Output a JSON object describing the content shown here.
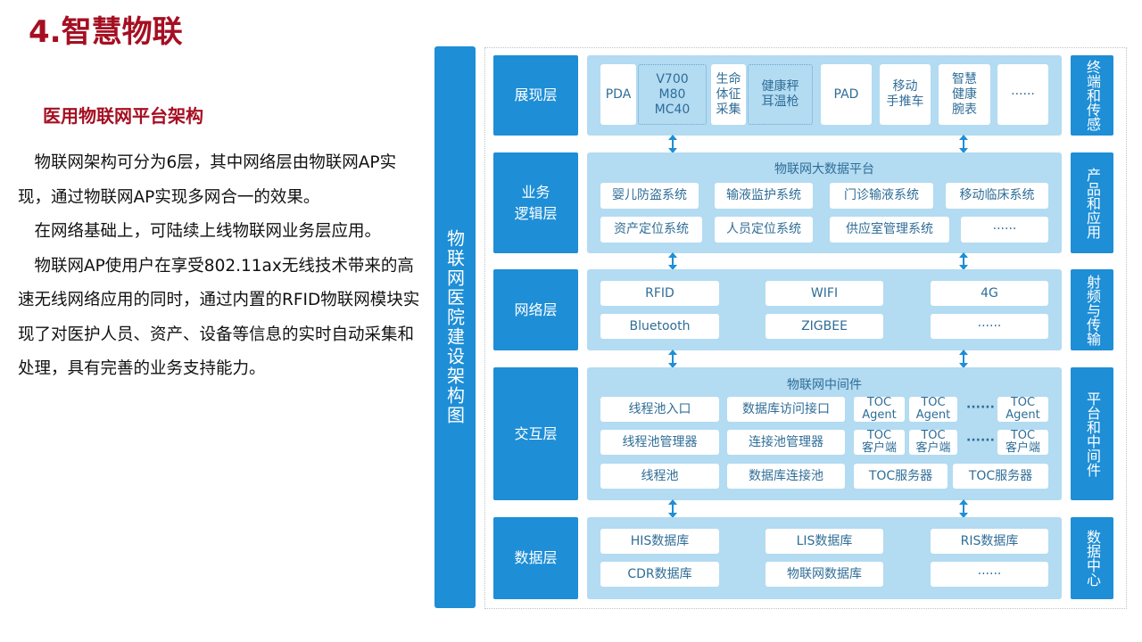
{
  "title": "4.智慧物联",
  "subtitle": "医用物联网平台架构",
  "paragraphs": [
    "　物联网架构可分为6层，其中网络层由物联网AP实现，通过物联网AP实现多网合一的效果。",
    "　在网络基础上，可陆续上线物联网业务层应用。",
    "　物联网AP使用户在享受802.11ax无线技术带来的高速无线网络应用的同时，通过内置的RFID物联网模块实现了对医护人员、资产、设备等信息的实时自动采集和处理，具有完善的业务支持能力。"
  ],
  "diagram": {
    "side_title": "物联网医院建设架构图",
    "layers": {
      "presentation": {
        "label": "展现层",
        "right": "终端和传感",
        "items": [
          "PDA",
          "V700\nM80\nMC40",
          "生命\n体征\n采集",
          "健康秤\n耳温枪",
          "PAD",
          "移动\n手推车",
          "智慧\n健康\n腕表",
          "······"
        ]
      },
      "business": {
        "label": "业务\n逻辑层",
        "right": "产品和应用",
        "title": "物联网大数据平台",
        "items": [
          "婴儿防盗系统",
          "输液监护系统",
          "门诊输液系统",
          "移动临床系统",
          "资产定位系统",
          "人员定位系统",
          "供应室管理系统",
          "······"
        ]
      },
      "network": {
        "label": "网络层",
        "right": "射频与传输",
        "items": [
          "RFID",
          "WIFI",
          "4G",
          "Bluetooth",
          "ZIGBEE",
          "······"
        ]
      },
      "interaction": {
        "label": "交互层",
        "right": "平台和中间件",
        "title": "物联网中间件",
        "items": [
          "线程池入口",
          "数据库访问接口",
          "TOC\nAgent",
          "TOC\nAgent",
          "······",
          "TOC\nAgent",
          "线程池管理器",
          "连接池管理器",
          "TOC\n客户端",
          "TOC\n客户端",
          "······",
          "TOC\n客户端",
          "线程池",
          "数据库连接池",
          "TOC服务器",
          "TOC服务器"
        ]
      },
      "data": {
        "label": "数据层",
        "right": "数据中心",
        "items": [
          "HIS数据库",
          "LIS数据库",
          "RIS数据库",
          "CDR数据库",
          "物联网数据库",
          "······"
        ]
      }
    }
  }
}
